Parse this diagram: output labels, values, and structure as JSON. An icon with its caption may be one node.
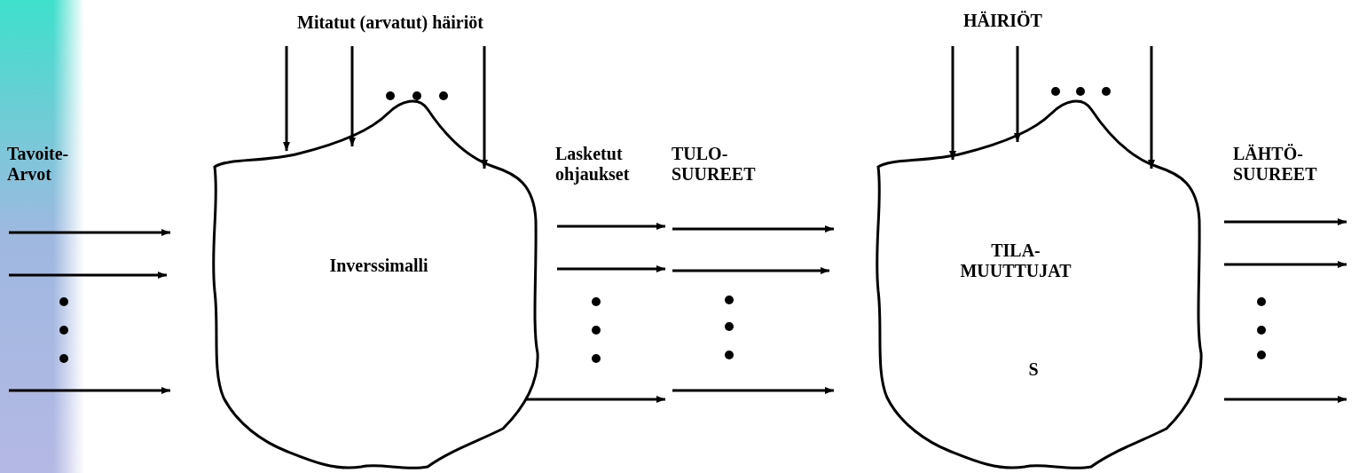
{
  "diagram": {
    "nodes": [
      {
        "text": [
          "Inverssimalli"
        ]
      },
      {
        "text": [
          "TILA- MUUTTUJAT",
          "S"
        ]
      }
    ],
    "edges": [
      {
        "from": null,
        "to": 0,
        "arrow": "to"
      },
      {
        "from": null,
        "to": 0,
        "arrow": "to"
      },
      {
        "from": null,
        "to": 0,
        "arrow": "to"
      },
      {
        "from": null,
        "to": 0,
        "arrow": "to"
      },
      {
        "from": null,
        "to": 0,
        "arrow": "to"
      },
      {
        "from": null,
        "to": 0,
        "arrow": "to"
      },
      {
        "from": 0,
        "to": null,
        "arrow": "to"
      },
      {
        "from": 0,
        "to": null,
        "arrow": "to"
      },
      {
        "from": 0,
        "to": null,
        "arrow": "to"
      },
      {
        "from": null,
        "to": 1,
        "arrow": "to"
      },
      {
        "from": null,
        "to": 1,
        "arrow": "to"
      },
      {
        "from": null,
        "to": 1,
        "arrow": "to"
      },
      {
        "from": null,
        "to": 1,
        "arrow": "to"
      },
      {
        "from": null,
        "to": 1,
        "arrow": "to"
      },
      {
        "from": null,
        "to": 1,
        "arrow": "to"
      },
      {
        "from": 1,
        "to": null,
        "arrow": "to"
      },
      {
        "from": 1,
        "to": null,
        "arrow": "to"
      },
      {
        "from": 1,
        "to": null,
        "arrow": "to"
      }
    ],
    "labels": [
      "Mitatut (arvatut) häiriöt",
      "HÄIRIÖT",
      "Tavoite- Arvot",
      "Lasketut ohjaukset",
      "TULO- SUUREET",
      "LÄHTÖ- SUUREET"
    ]
  }
}
